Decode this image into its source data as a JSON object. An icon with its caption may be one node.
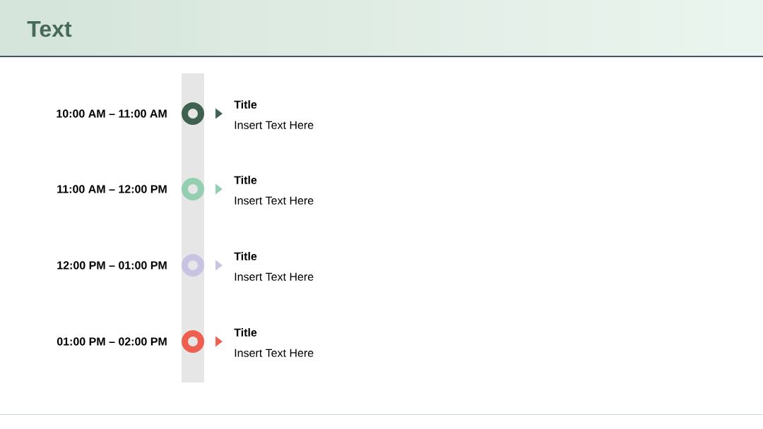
{
  "diagram": {
    "title": "Text",
    "nodes": [
      {
        "text": [],
        "shape": "circle",
        "beside": [
          "10:00 AM – 11:00 AM"
        ]
      },
      {
        "text": [
          "Title",
          "Insert Text Here"
        ]
      },
      {
        "text": [],
        "shape": "circle",
        "beside": [
          "11:00 AM – 12:00 PM"
        ]
      },
      {
        "text": [
          "Title",
          "Insert Text Here"
        ]
      },
      {
        "text": [],
        "shape": "circle",
        "beside": [
          "12:00 PM – 01:00 PM"
        ]
      },
      {
        "text": [
          "Title",
          "Insert Text Here"
        ]
      },
      {
        "text": [],
        "shape": "circle",
        "beside": [
          "01:00 PM – 02:00 PM"
        ]
      },
      {
        "text": [
          "Title",
          "Insert Text Here"
        ]
      }
    ],
    "edges": [
      {
        "from": 0,
        "to": 1,
        "arrow": "to",
        "color": "#3f6150"
      },
      {
        "from": 2,
        "to": 3,
        "arrow": "to",
        "color": "#93cfb0"
      },
      {
        "from": 4,
        "to": 5,
        "arrow": "to",
        "color": "#c9c3e3"
      },
      {
        "from": 6,
        "to": 7,
        "arrow": "to",
        "color": "#ef5f50"
      }
    ]
  }
}
